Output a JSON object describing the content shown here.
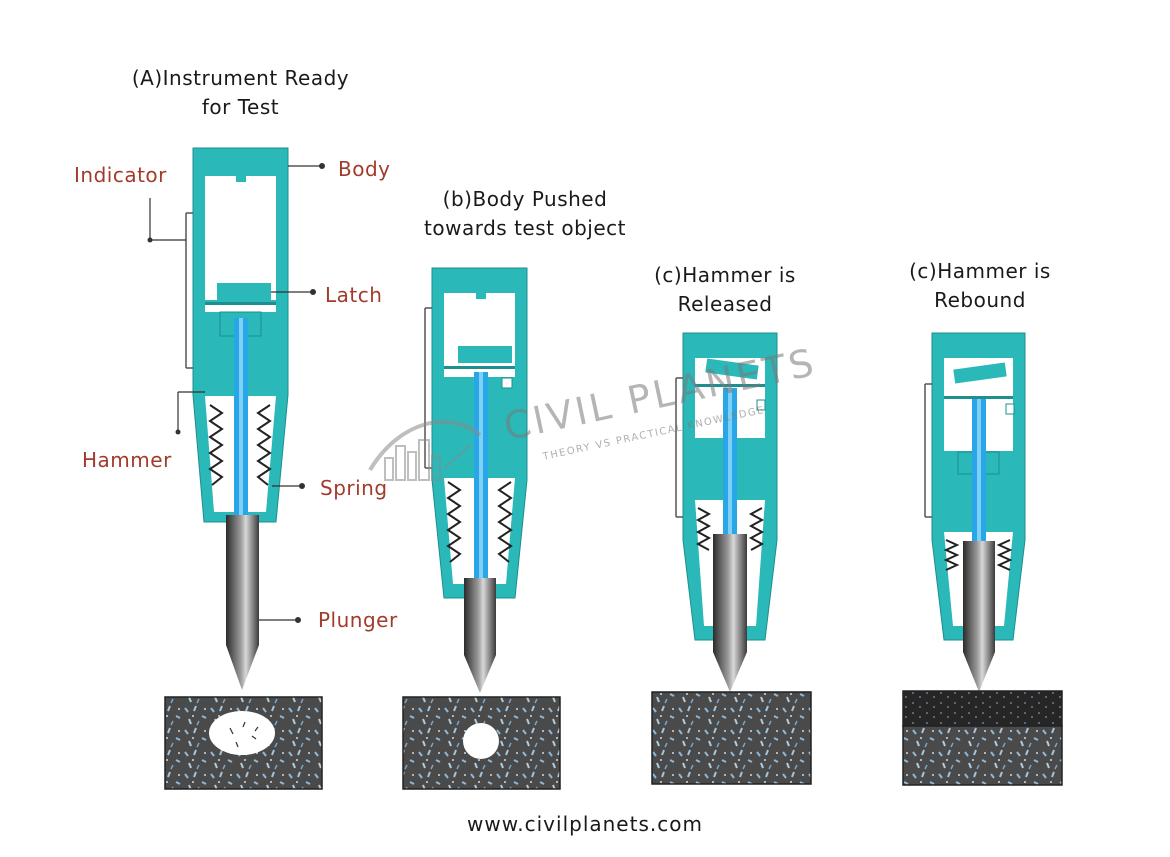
{
  "titles": {
    "a_line1": "(A)Instrument Ready",
    "a_line2": "for Test",
    "b_line1": "(b)Body Pushed",
    "b_line2": "towards test object",
    "c_line1": "(c)Hammer is",
    "c_line2": "Released",
    "d_line1": "(c)Hammer is",
    "d_line2": "Rebound"
  },
  "labels": {
    "indicator": "Indicator",
    "body": "Body",
    "latch": "Latch",
    "hammer": "Hammer",
    "spring": "Spring",
    "plunger": "Plunger"
  },
  "watermark": {
    "name": "CIVIL PLANETS",
    "tagline": "THEORY VS PRACTICAL KNOWLEDGE"
  },
  "footer": "www.civilplanets.com",
  "colors": {
    "body_teal": "#2ab8b8",
    "rod_blue": "#29a6e8",
    "label_red": "#a23b2c",
    "concrete": "#4a4a4a"
  }
}
